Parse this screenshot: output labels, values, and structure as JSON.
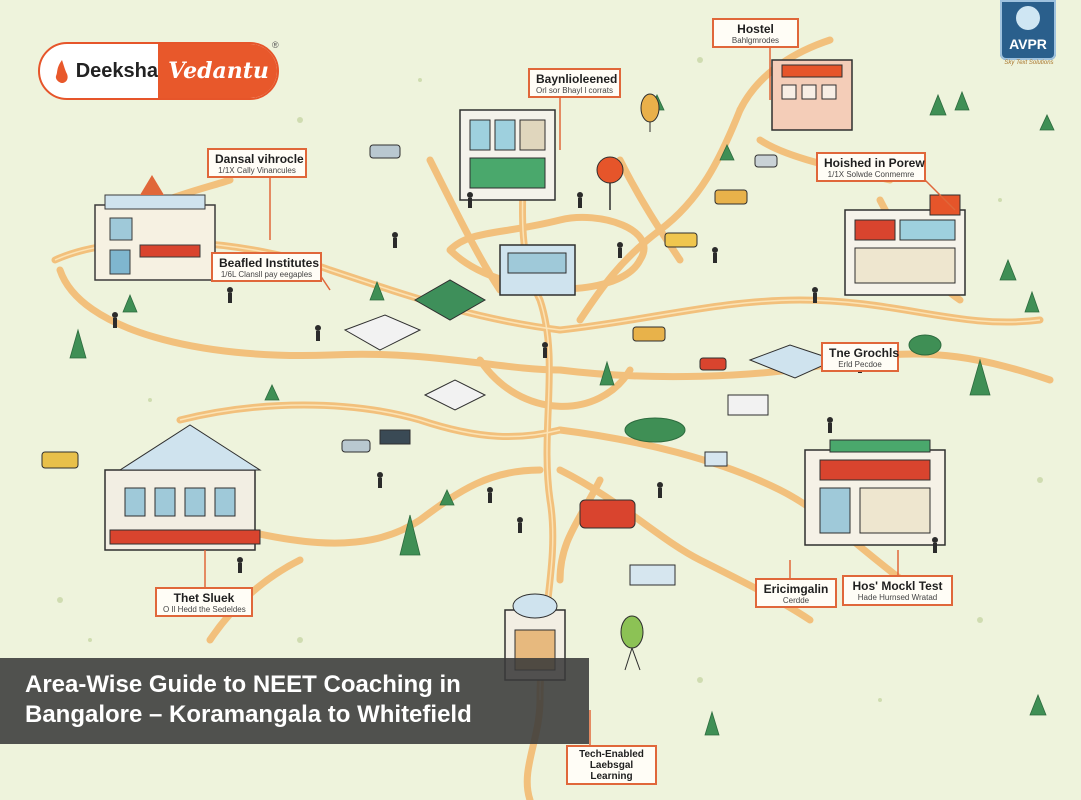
{
  "brand": {
    "logo_left": "Deeksha",
    "logo_right": "Vedantu",
    "registered_mark": "®",
    "corner_badge": "AVPR",
    "corner_badge_tagline": "Sky Text Solutions",
    "colors": {
      "orange": "#e8582b",
      "badge_blue": "#2a5f8c"
    }
  },
  "banner": {
    "line1": "Area-Wise Guide to NEET Coaching in",
    "line2": "Bangalore – Koramangala to Whitefield"
  },
  "labels": [
    {
      "title": "Hostel",
      "subtitle": "Bahlgmrodes"
    },
    {
      "title": "Baynlioleened",
      "subtitle": "Orl sor Bhayl l corrats"
    },
    {
      "title": "Dansal vihrocle",
      "subtitle": "1/1X Cally Vinancules"
    },
    {
      "title": "Hoished in Porew",
      "subtitle": "1/1X Solwde Conmemre"
    },
    {
      "title": "Beafled Institutes",
      "subtitle": "1/6L Clansll pay eegaples"
    },
    {
      "title": "Tne Grochls",
      "subtitle": "Erld Pecdoe"
    },
    {
      "title": "Ericimgalin",
      "subtitle": "Cerdde"
    },
    {
      "title": "Hos' Mockl Test",
      "subtitle": "Hade Hurnsed Wratad"
    },
    {
      "title": "Thet Sluek",
      "subtitle": "O Il Hedd the Sedeldes"
    },
    {
      "title": "Tech-Enabled\nLaebsgal\nLearning",
      "subtitle": ""
    }
  ]
}
